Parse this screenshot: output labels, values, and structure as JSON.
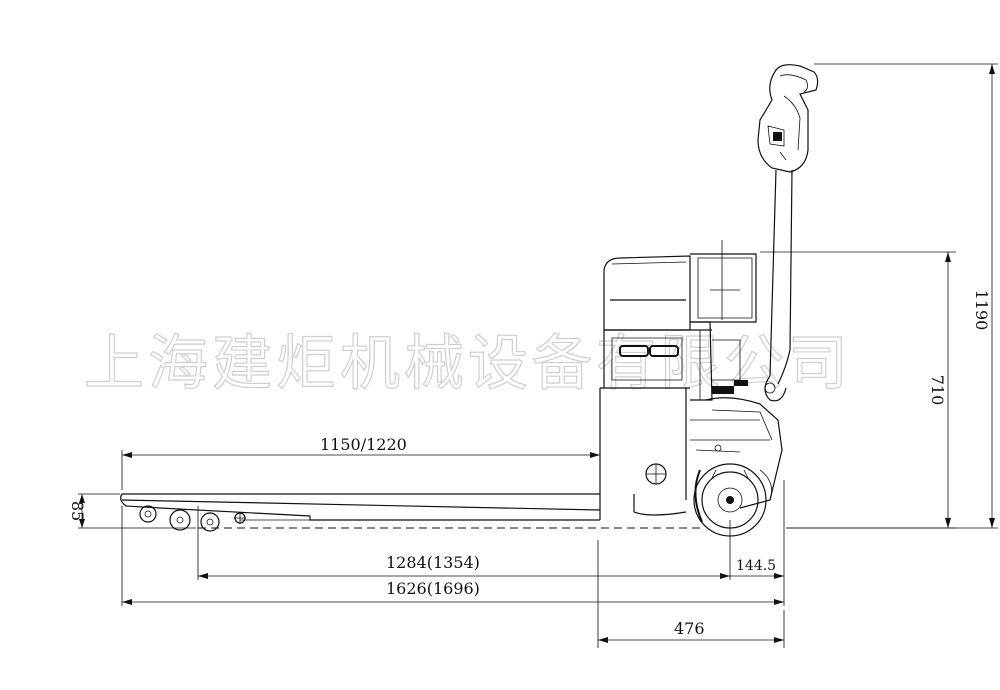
{
  "watermark": "上海建炬机械设备有限公司",
  "dimensions": {
    "fork_length": "1150/1220",
    "height_85": "85",
    "wheelbase": "1284(1354)",
    "overall_length": "1626(1696)",
    "front_overhang": "144.5",
    "body_width": "476",
    "body_height": "710",
    "overall_height": "1190"
  }
}
